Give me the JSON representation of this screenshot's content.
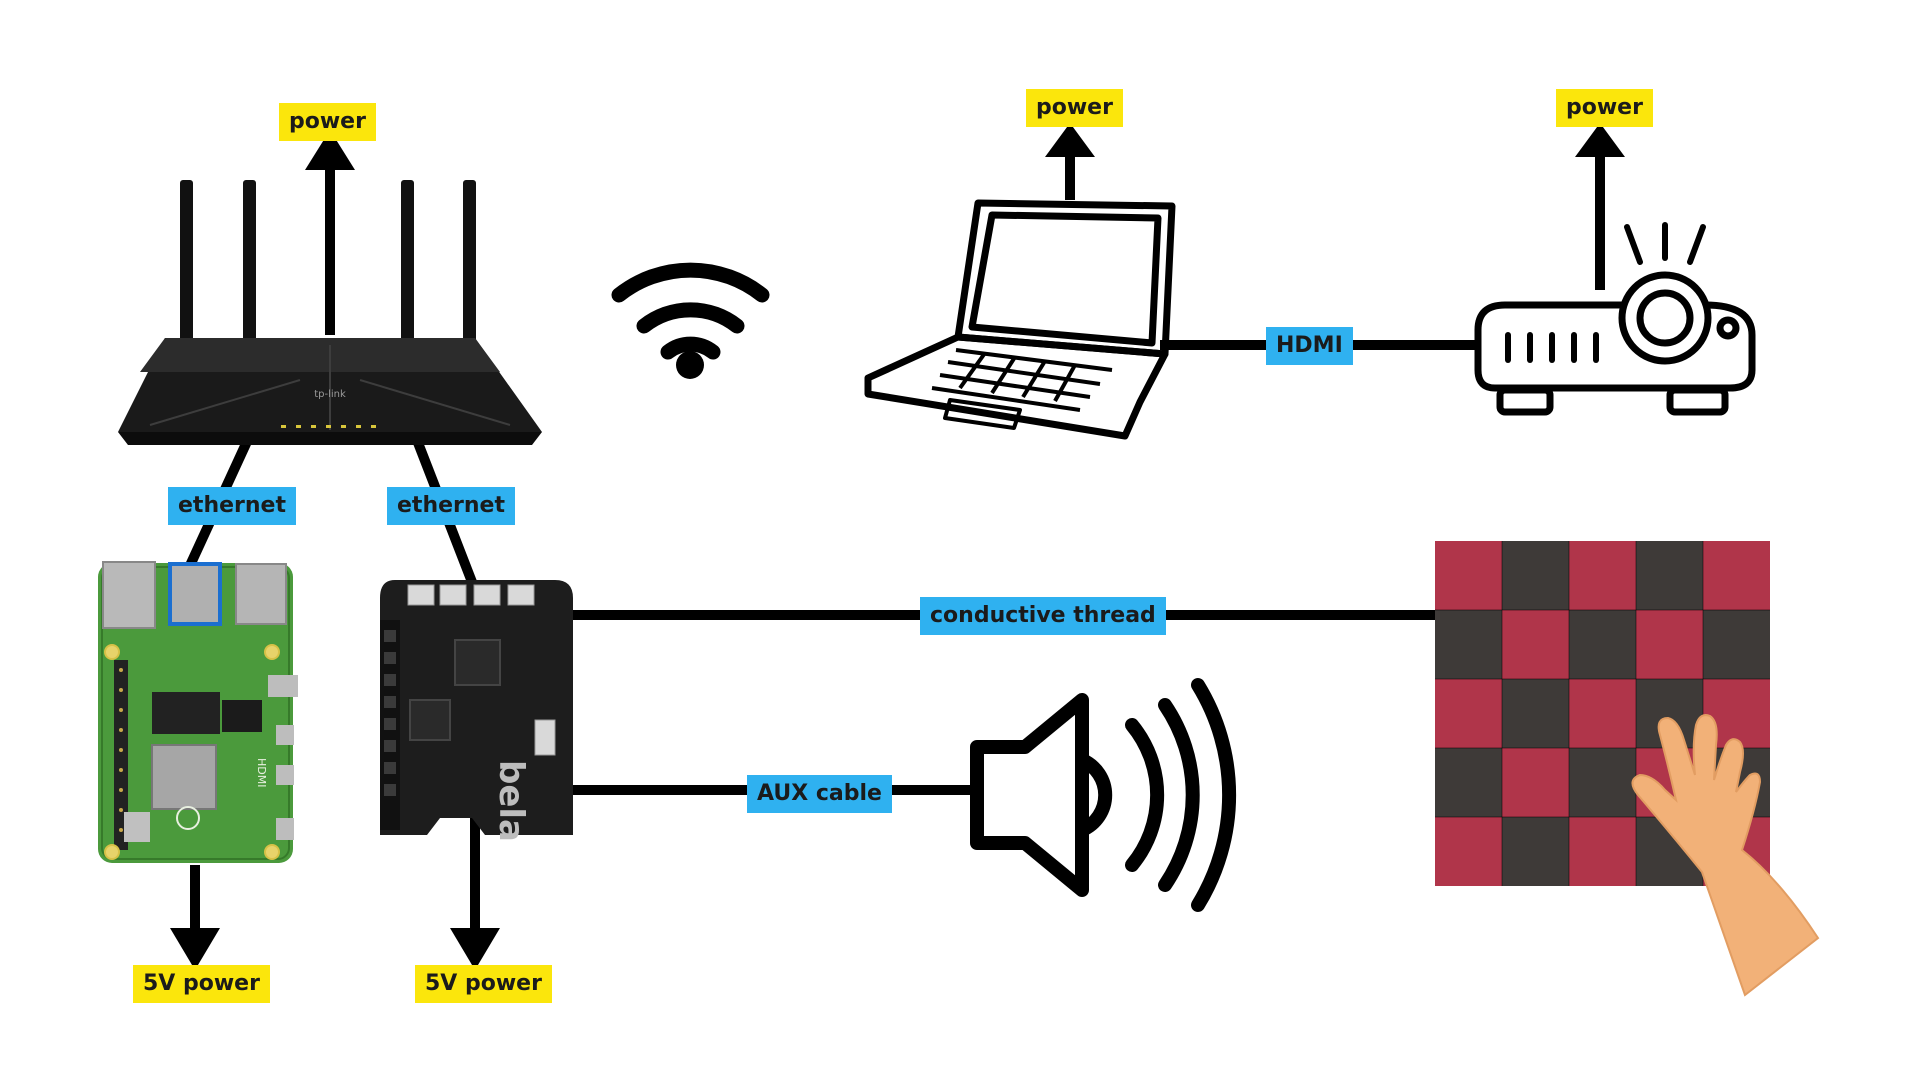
{
  "labels": {
    "router_power": "power",
    "laptop_power": "power",
    "projector_power": "power",
    "ethernet_left": "ethernet",
    "ethernet_right": "ethernet",
    "hdmi": "HDMI",
    "conductive_thread": "conductive thread",
    "aux_cable": "AUX cable",
    "pi_power": "5V power",
    "bela_power": "5V power"
  },
  "router_brand": "tp-link",
  "bela_board_text": "bela",
  "pi_hdmi_text": "HDMI",
  "colors": {
    "power_label": "#fbe60c",
    "cable_label": "#2fb1f0",
    "line": "#000000",
    "textile_red": "#b0354a",
    "textile_dark": "#3e3a38",
    "hand": "#f2b178",
    "pcb_green": "#4b9a3c",
    "bela_board": "#1d1d1d"
  },
  "icons": {
    "router": "router-icon",
    "wifi": "wifi-icon",
    "laptop": "laptop-icon",
    "projector": "projector-icon",
    "raspberry_pi": "raspberry-pi-board-icon",
    "bela": "bela-board-icon",
    "speaker": "speaker-icon",
    "textile": "checkered-textile-icon",
    "hand": "hand-icon"
  }
}
